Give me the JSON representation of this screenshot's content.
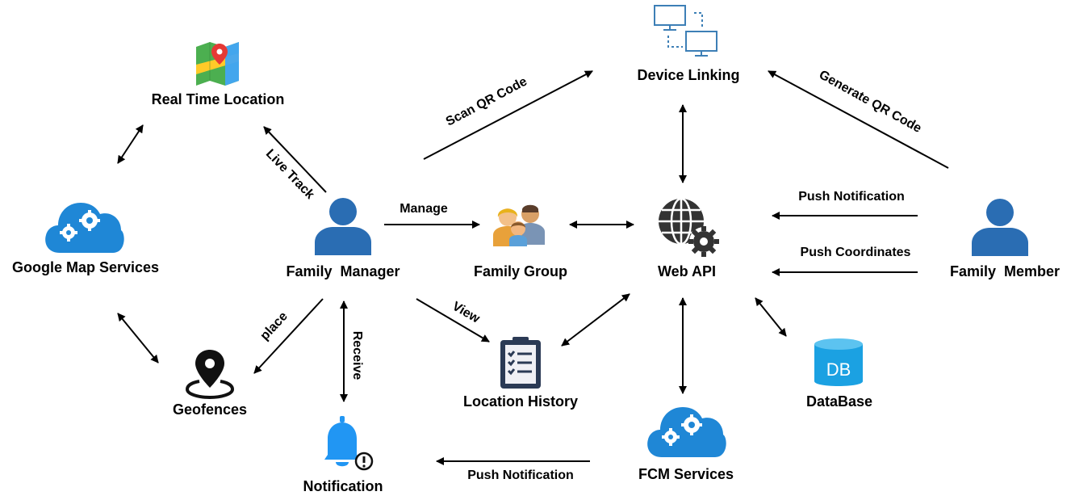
{
  "nodes": {
    "real_time_location": "Real Time Location",
    "device_linking": "Device Linking",
    "google_map_services": "Google Map Services",
    "family_manager": "Family  Manager",
    "family_group": "Family Group",
    "web_api": "Web API",
    "family_member": "Family  Member",
    "geofences": "Geofences",
    "location_history": "Location History",
    "database": "DataBase",
    "notification": "Notification",
    "fcm_services": "FCM Services",
    "db_badge": "DB"
  },
  "edges": {
    "scan_qr_code": "Scan QR Code",
    "generate_qr_code": "Generate QR Code",
    "live_track": "Live Track",
    "manage": "Manage",
    "push_notification_member": "Push Notification",
    "push_coordinates": "Push Coordinates",
    "place": "place",
    "receive": "Receive",
    "view": "View",
    "push_notification_fcm": "Push Notification"
  },
  "colors": {
    "person_blue": "#2a6db3",
    "cloud_blue": "#1f87d6",
    "bell_blue": "#2196f3",
    "db_cyan": "#1ba1e2",
    "map_green": "#4caf50",
    "map_yellow": "#ffca28",
    "map_blue": "#42a5f5",
    "pin_red": "#e53935",
    "monitor_blue": "#3d7fb6",
    "globe_dark": "#333333",
    "clipboard_navy": "#2b3a55"
  }
}
